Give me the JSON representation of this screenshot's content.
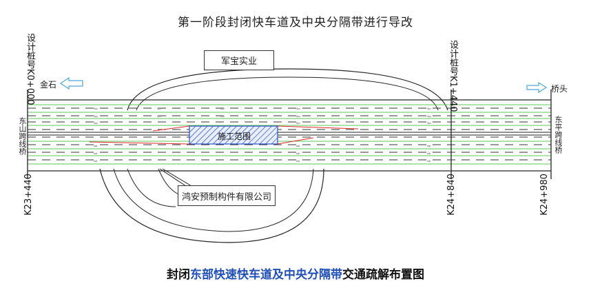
{
  "title": "第一阶段封闭快车道及中央分隔带进行导改",
  "bottom_title": {
    "part1": "封闭",
    "part2": "东部快速快车道及中央分隔带",
    "part3": "交通疏解布置图"
  },
  "labels": {
    "company_top": "军宝实业",
    "company_bottom": "鸿安预制构件有限公司",
    "construction_zone": "施工范围",
    "left_place": "金石",
    "right_place": "桥头",
    "left_road": "东山跨线桥",
    "right_road": "东平跨线桥"
  },
  "stakes": {
    "design_left": "设计桩号K0+000",
    "design_right": "设计桩号K1+440",
    "k23_440": "K23+440",
    "k24_840": "K24+840",
    "k24_980": "K24+980"
  },
  "colors": {
    "lane_green": "#5cc75c",
    "hatch_blue": "#2b4fc9",
    "cone_red": "#e02828",
    "title_blue": "#1f4fb8"
  }
}
